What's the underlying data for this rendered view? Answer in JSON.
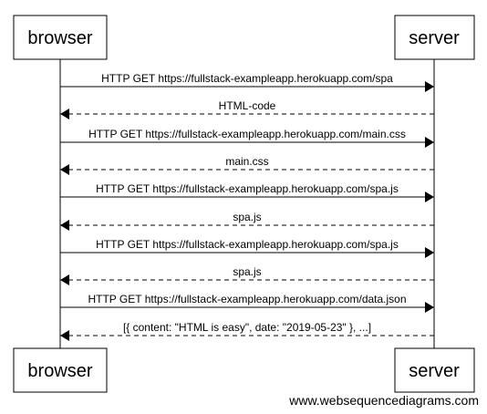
{
  "actors": [
    {
      "id": "browser",
      "label": "browser"
    },
    {
      "id": "server",
      "label": "server"
    }
  ],
  "messages": [
    {
      "from": "browser",
      "to": "server",
      "label": "HTTP GET https://fullstack-exampleapp.herokuapp.com/spa",
      "style": "solid"
    },
    {
      "from": "server",
      "to": "browser",
      "label": "HTML-code",
      "style": "dashed"
    },
    {
      "from": "browser",
      "to": "server",
      "label": "HTTP GET https://fullstack-exampleapp.herokuapp.com/main.css",
      "style": "solid"
    },
    {
      "from": "server",
      "to": "browser",
      "label": "main.css",
      "style": "dashed"
    },
    {
      "from": "browser",
      "to": "server",
      "label": "HTTP GET https://fullstack-exampleapp.herokuapp.com/spa.js",
      "style": "solid"
    },
    {
      "from": "server",
      "to": "browser",
      "label": "spa.js",
      "style": "dashed"
    },
    {
      "from": "browser",
      "to": "server",
      "label": "HTTP GET https://fullstack-exampleapp.herokuapp.com/spa.js",
      "style": "solid"
    },
    {
      "from": "server",
      "to": "browser",
      "label": "spa.js",
      "style": "dashed"
    },
    {
      "from": "browser",
      "to": "server",
      "label": "HTTP GET https://fullstack-exampleapp.herokuapp.com/data.json",
      "style": "solid"
    },
    {
      "from": "server",
      "to": "browser",
      "label": "[{ content: \"HTML is easy\", date: \"2019-05-23\" }, ...]",
      "style": "dashed"
    }
  ],
  "footer": "www.websequencediagrams.com"
}
